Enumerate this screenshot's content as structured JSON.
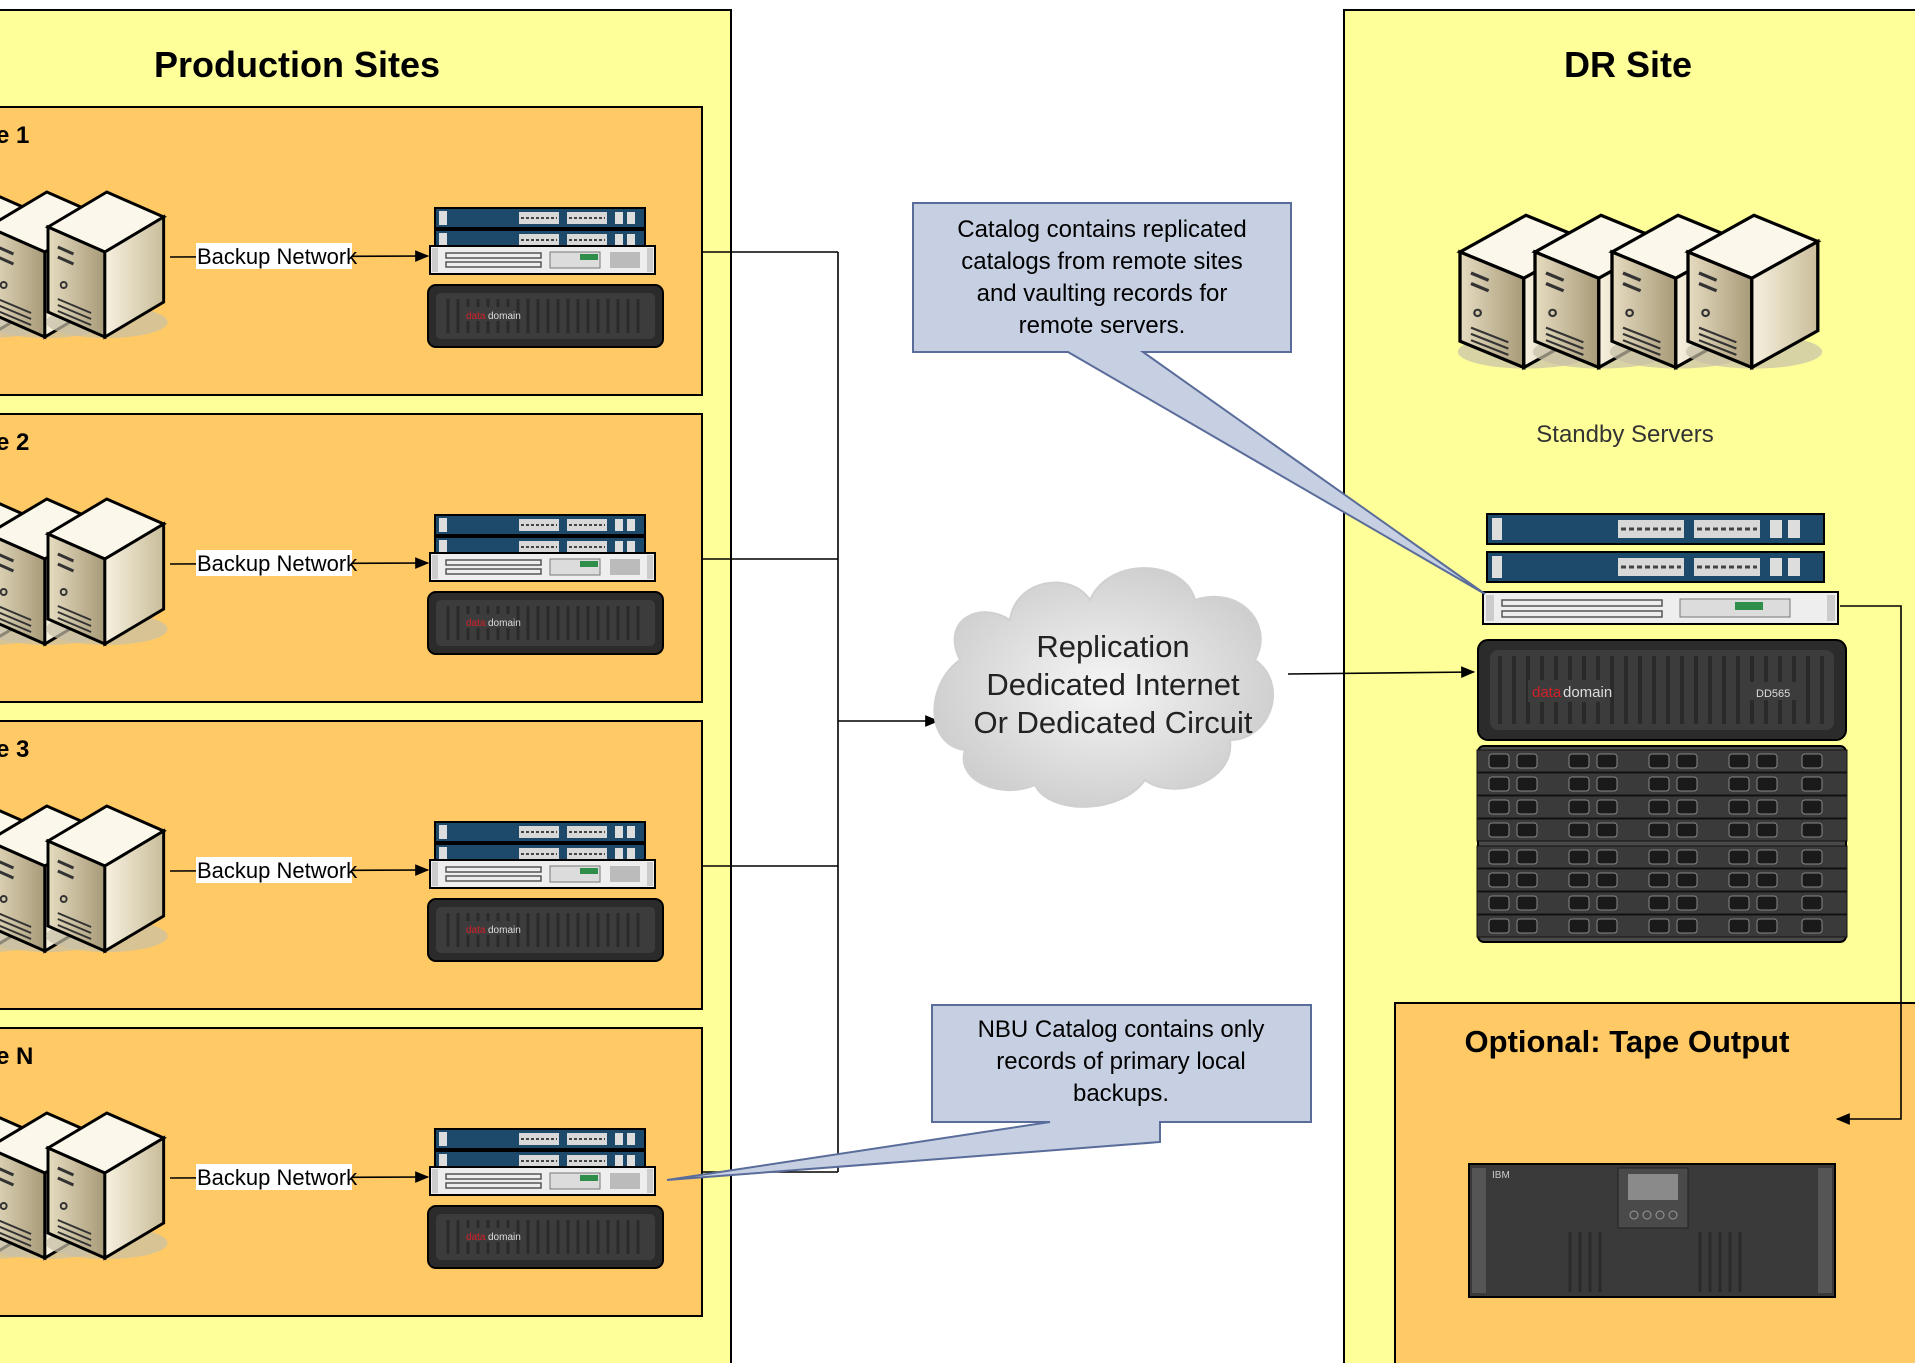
{
  "production": {
    "title": "Production Sites",
    "sites": [
      {
        "label": "e 1",
        "network_label": "Backup Network"
      },
      {
        "label": "e 2",
        "network_label": "Backup Network"
      },
      {
        "label": "e 3",
        "network_label": "Backup Network"
      },
      {
        "label": "e N",
        "network_label": "Backup Network"
      }
    ]
  },
  "dr": {
    "title": "DR Site",
    "standby_label": "Standby Servers",
    "tape": {
      "title": "Optional:  Tape Output",
      "brand": "IBM"
    }
  },
  "cloud": {
    "lines": [
      "Replication",
      "Dedicated Internet",
      "Or Dedicated Circuit"
    ]
  },
  "callouts": {
    "top": [
      "Catalog contains replicated",
      "catalogs from remote sites",
      "and vaulting records for",
      "remote servers."
    ],
    "bottom": [
      "NBU Catalog contains only",
      "records of primary local",
      "backups."
    ]
  },
  "appliance_brand": {
    "prefix": "data",
    "suffix": "domain",
    "model": "DD565"
  },
  "colors": {
    "site_panel": "#ffff99",
    "site_box": "#ffc966",
    "callout_fill": "#c6d0e2",
    "callout_border": "#5a6c9a",
    "switch_blue": "#1d4a6a"
  }
}
